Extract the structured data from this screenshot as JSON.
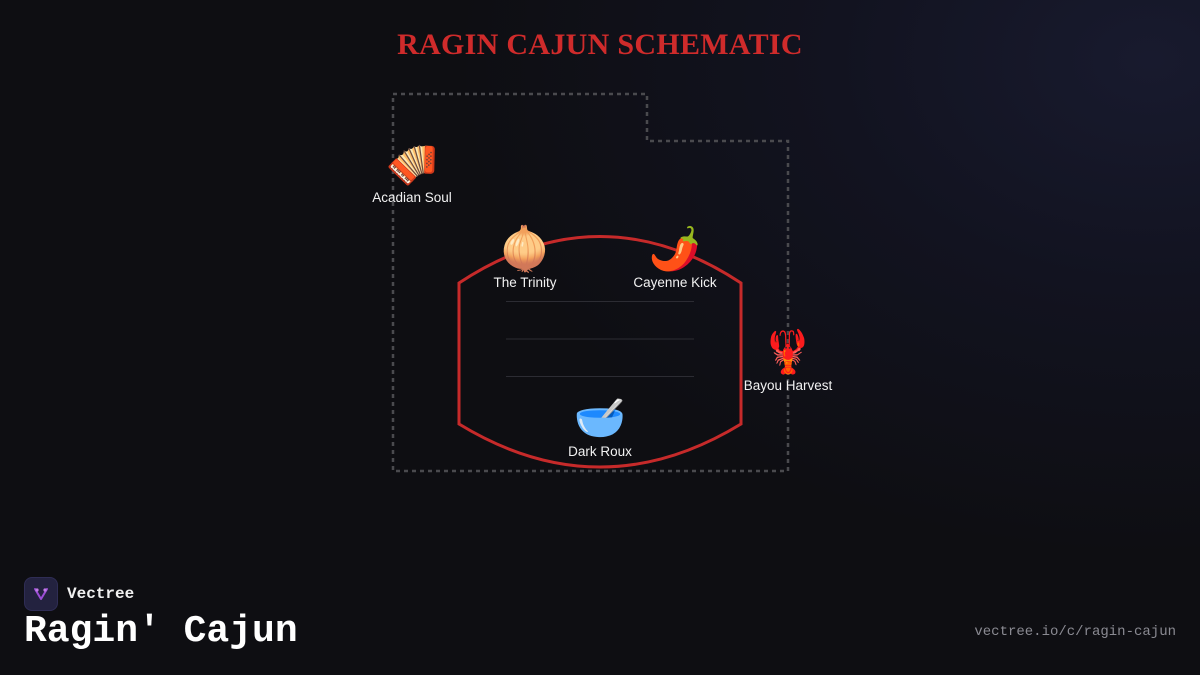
{
  "title": "RAGIN CAJUN SCHEMATIC",
  "nodes": {
    "acadian": {
      "emoji": "🪗",
      "icon": "accordion-icon",
      "label": "Acadian Soul"
    },
    "trinity": {
      "emoji": "🧅",
      "icon": "onion-icon",
      "label": "The Trinity"
    },
    "cayenne": {
      "emoji": "🌶️",
      "icon": "chili-pepper-icon",
      "label": "Cayenne Kick"
    },
    "bayou": {
      "emoji": "🦞",
      "icon": "crawfish-icon",
      "label": "Bayou Harvest"
    },
    "roux": {
      "emoji": "🥣",
      "icon": "bowl-icon",
      "label": "Dark Roux"
    }
  },
  "colors": {
    "title": "#cf2b2b",
    "pot_outline": "#c62a2a",
    "dashed_outline": "#4a4a4e",
    "background": "#0e0e12"
  },
  "footer": {
    "brand": "Vectree",
    "heading": "Ragin' Cajun",
    "url": "vectree.io/c/ragin-cajun"
  }
}
